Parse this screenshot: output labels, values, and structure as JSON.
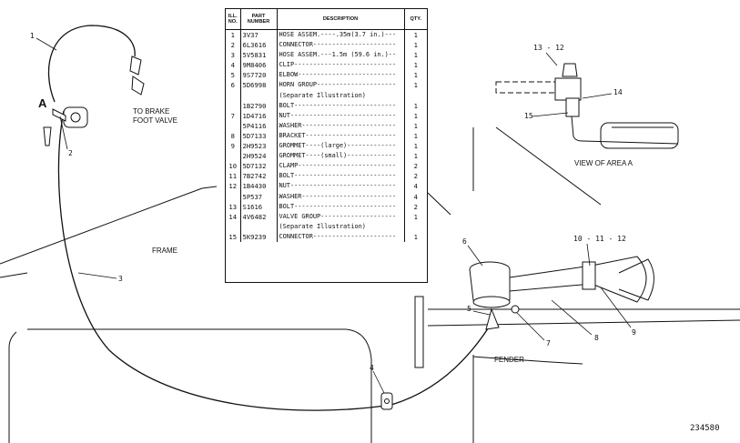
{
  "table": {
    "headers": {
      "ref": "ILL. NO.",
      "part": "PART NUMBER",
      "desc": "DESCRIPTION",
      "qty": "QTY."
    },
    "rows": [
      {
        "ref": "1",
        "part": "3V37",
        "desc": "HOSE ASSEM.----.35m(3.7 in.)---",
        "qty": "1"
      },
      {
        "ref": "2",
        "part": "6L3616",
        "desc": "CONNECTOR----------------------",
        "qty": "1"
      },
      {
        "ref": "3",
        "part": "5V5831",
        "desc": "HOSE ASSEM.---1.5m (59.6 in.)--",
        "qty": "1"
      },
      {
        "ref": "4",
        "part": "9M8406",
        "desc": "CLIP---------------------------",
        "qty": "1"
      },
      {
        "ref": "5",
        "part": "9S7720",
        "desc": "ELBOW--------------------------",
        "qty": "1"
      },
      {
        "ref": "6",
        "part": "5D6998",
        "desc": "HORN GROUP---------------------",
        "qty": "1"
      },
      {
        "ref": "",
        "part": "",
        "desc": "  (Separate Illustration)",
        "qty": ""
      },
      {
        "ref": "",
        "part": "1B2790",
        "desc": "BOLT---------------------------",
        "qty": "1"
      },
      {
        "ref": "7",
        "part": "1D4716",
        "desc": "NUT----------------------------",
        "qty": "1"
      },
      {
        "ref": "",
        "part": "5P4116",
        "desc": "WASHER-------------------------",
        "qty": "1"
      },
      {
        "ref": "8",
        "part": "5D7133",
        "desc": "BRACKET------------------------",
        "qty": "1"
      },
      {
        "ref": "9",
        "part": "2H9523",
        "desc": "GROMMET----(large)-------------",
        "qty": "1"
      },
      {
        "ref": "",
        "part": "2H9524",
        "desc": "GROMMET----(small)-------------",
        "qty": "1"
      },
      {
        "ref": "10",
        "part": "5D7132",
        "desc": "CLAMP--------------------------",
        "qty": "2"
      },
      {
        "ref": "11",
        "part": "7B2742",
        "desc": "BOLT---------------------------",
        "qty": "2"
      },
      {
        "ref": "12",
        "part": "1B4430",
        "desc": "NUT----------------------------",
        "qty": "4"
      },
      {
        "ref": "",
        "part": "5P537",
        "desc": "WASHER-------------------------",
        "qty": "4"
      },
      {
        "ref": "13",
        "part": "S1616",
        "desc": "BOLT---------------------------",
        "qty": "2"
      },
      {
        "ref": "14",
        "part": "4V6482",
        "desc": "VALVE GROUP--------------------",
        "qty": "1"
      },
      {
        "ref": "",
        "part": "",
        "desc": "  (Separate Illustration)",
        "qty": ""
      },
      {
        "ref": "15",
        "part": "5K9239",
        "desc": "CONNECTOR----------------------",
        "qty": "1"
      }
    ]
  },
  "labels": {
    "brake_valve": "TO BRAKE\nFOOT VALVE",
    "frame": "FRAME",
    "fender": "FENDER",
    "view_area": "VIEW OF AREA A",
    "area_letter": "A",
    "callout_13_12": "13 - 12",
    "callout_10_11_12": "10 - 11 - 12",
    "n1": "1",
    "n2": "2",
    "n3": "3",
    "n4": "4",
    "n5": "5",
    "n6": "6",
    "n7": "7",
    "n8": "8",
    "n9": "9",
    "n14": "14",
    "n15": "15",
    "figure_number": "234580"
  }
}
